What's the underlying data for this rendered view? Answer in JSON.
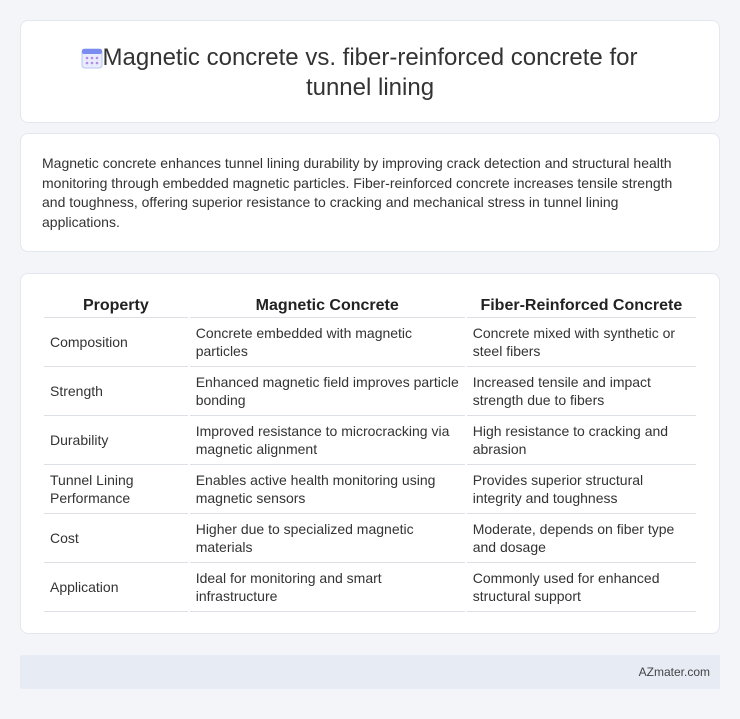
{
  "header": {
    "title_line1": "Magnetic concrete vs. fiber-reinforced concrete for",
    "title_line2": "tunnel lining",
    "icon": "calendar-grid-icon"
  },
  "summary": {
    "text": "Magnetic concrete enhances tunnel lining durability by improving crack detection and structural health monitoring through embedded magnetic particles. Fiber-reinforced concrete increases tensile strength and toughness, offering superior resistance to cracking and mechanical stress in tunnel lining applications."
  },
  "table": {
    "headers": [
      "Property",
      "Magnetic Concrete",
      "Fiber-Reinforced Concrete"
    ],
    "rows": [
      [
        "Composition",
        "Concrete embedded with magnetic particles",
        "Concrete mixed with synthetic or steel fibers"
      ],
      [
        "Strength",
        "Enhanced magnetic field improves particle bonding",
        "Increased tensile and impact strength due to fibers"
      ],
      [
        "Durability",
        "Improved resistance to microcracking via magnetic alignment",
        "High resistance to cracking and abrasion"
      ],
      [
        "Tunnel Lining Performance",
        "Enables active health monitoring using magnetic sensors",
        "Provides superior structural integrity and toughness"
      ],
      [
        "Cost",
        "Higher due to specialized magnetic materials",
        "Moderate, depends on fiber type and dosage"
      ],
      [
        "Application",
        "Ideal for monitoring and smart infrastructure",
        "Commonly used for enhanced structural support"
      ]
    ]
  },
  "footer": {
    "brand": "AZmater.com"
  },
  "colors": {
    "background": "#f3f5f9",
    "card": "#ffffff",
    "footer": "#e6ebf4",
    "icon_accent": "#7b8cf0",
    "icon_header": "#4f7ae8"
  }
}
